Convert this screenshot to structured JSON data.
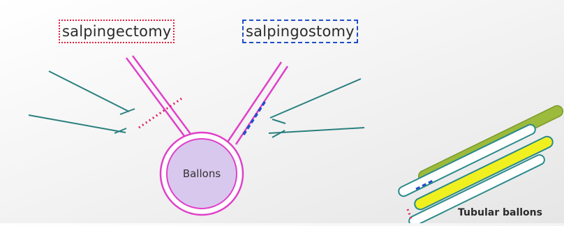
{
  "labels": {
    "salpingectomy": "salpingectomy",
    "salpingostomy": "salpingostomy",
    "balloon": "Ballons",
    "tubular_balloons": "Tubular ballons"
  },
  "colors": {
    "tube_outline": "#e040c8",
    "fimbria": "#2a7f7f",
    "balloon_fill": "#d9c8ee",
    "cut_mark": "#e0205a",
    "incision_mark": "#1f4fc9",
    "bar_green": "#9cba3c",
    "bar_yellow": "#f0f020",
    "bar_outline": "#2a8a8a"
  }
}
